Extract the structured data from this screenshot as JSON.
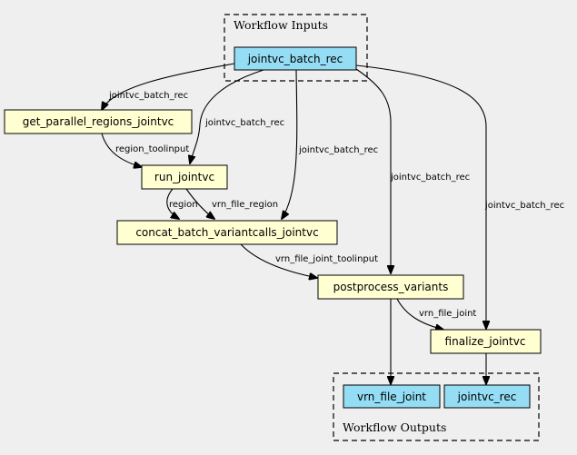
{
  "clusters": {
    "inputs_label": "Workflow Inputs",
    "outputs_label": "Workflow Outputs"
  },
  "nodes": {
    "jointvc_batch_rec": "jointvc_batch_rec",
    "get_parallel_regions_jointvc": "get_parallel_regions_jointvc",
    "run_jointvc": "run_jointvc",
    "concat_batch_variantcalls_jointvc": "concat_batch_variantcalls_jointvc",
    "postprocess_variants": "postprocess_variants",
    "finalize_jointvc": "finalize_jointvc",
    "vrn_file_joint": "vrn_file_joint",
    "jointvc_rec": "jointvc_rec"
  },
  "edges": {
    "e1": "jointvc_batch_rec",
    "e2": "jointvc_batch_rec",
    "e3": "jointvc_batch_rec",
    "e4": "jointvc_batch_rec",
    "e5": "jointvc_batch_rec",
    "e6": "region_toolinput",
    "e7": "region",
    "e8": "vrn_file_region",
    "e9": "vrn_file_joint_toolinput",
    "e10": "vrn_file_joint"
  },
  "colors": {
    "input_fill": "#94ddf4",
    "step_fill": "#ffffd2",
    "background": "#efefef"
  }
}
